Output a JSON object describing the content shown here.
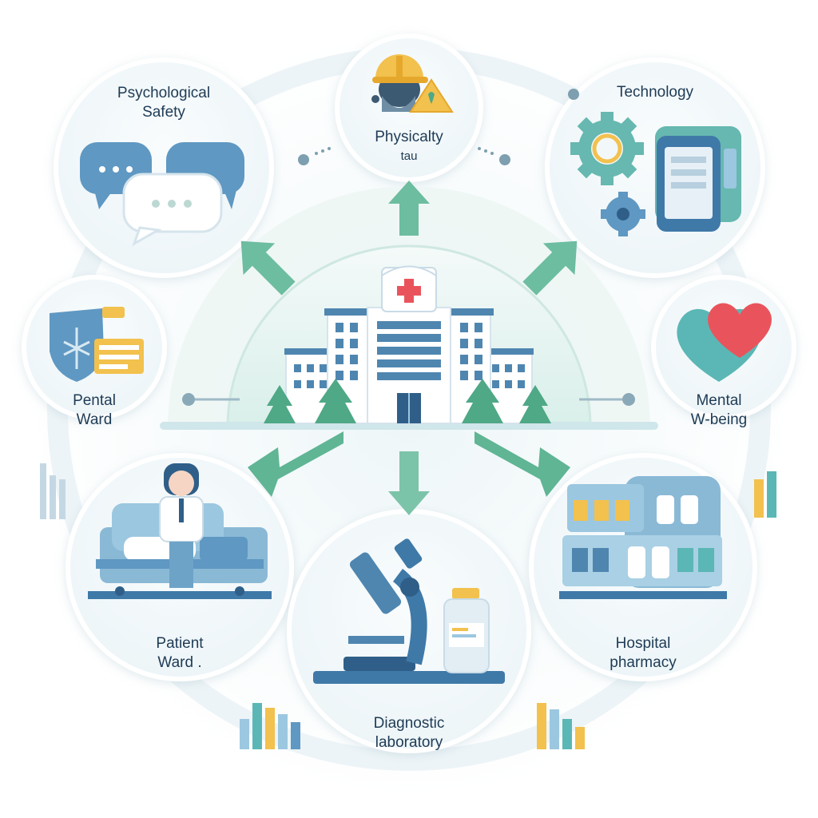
{
  "nodes": [
    {
      "id": "psychological-safety",
      "title": "Psychological",
      "title2": "Safety"
    },
    {
      "id": "physicalty",
      "title": "Physicalty",
      "title2": "tau"
    },
    {
      "id": "technology",
      "title": "Technology"
    },
    {
      "id": "pental-ward",
      "title": "Pental",
      "title2": "Ward"
    },
    {
      "id": "mental-wellbeing",
      "title": "Mental",
      "title2": "W-being"
    },
    {
      "id": "patient-ward",
      "title": "Patient",
      "title2": "Ward ."
    },
    {
      "id": "diagnostic-laboratory",
      "title": "Diagnostic",
      "title2": "laboratory"
    },
    {
      "id": "hospital-pharmacy",
      "title": "Hospital",
      "title2": "pharmacy"
    }
  ],
  "center": {
    "name": "hospital"
  },
  "colors": {
    "arrow": "#6dbda0",
    "arrow_dark": "#4f9e86",
    "circle_fill": "#f2f8fa",
    "circle_stroke": "#ffffff",
    "dome": "#e6f3f0",
    "blue": "#4f86b0",
    "blue_dark": "#2f5f88",
    "light_blue": "#9cc7e0",
    "teal": "#5bb7b5",
    "yellow": "#f2c14e",
    "red": "#e9545c"
  },
  "icons": [
    "speech-bubbles-icon",
    "hard-hat-worker-icon",
    "warning-sign-icon",
    "gear-icon",
    "tablet-icon",
    "shield-icon",
    "heart-icon",
    "hospital-bed-icon",
    "microscope-icon",
    "medicine-bottle-icon",
    "pharmacy-shelf-icon",
    "bar-chart-icon"
  ]
}
